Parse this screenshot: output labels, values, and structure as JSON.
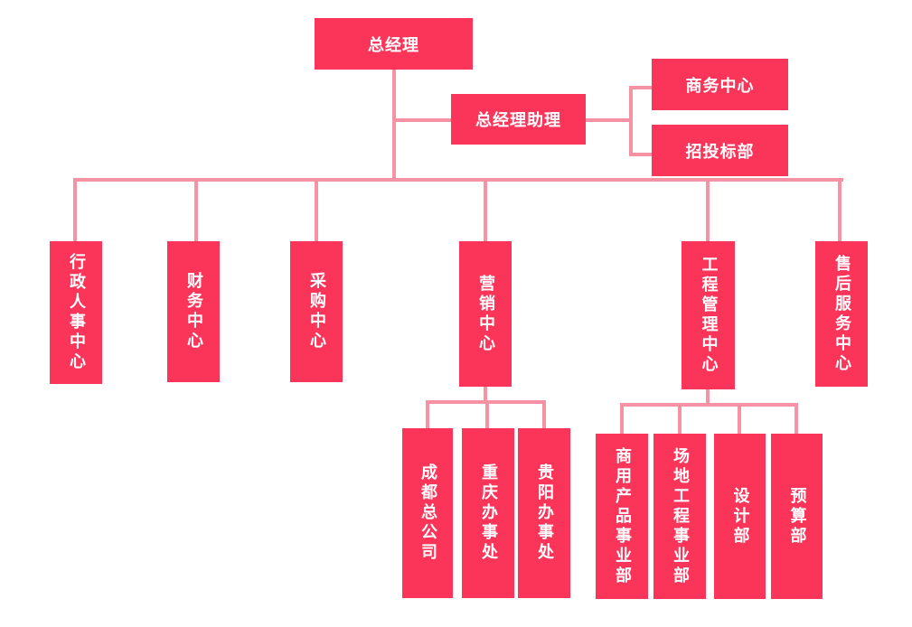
{
  "colors": {
    "node_fill": "#FB3459",
    "connector": "#F791A4",
    "node_text": "#FFFFFF",
    "background": "#FFFFFF"
  },
  "nodes": {
    "ceo": {
      "label": "总经理"
    },
    "assistant": {
      "label": "总经理助理"
    },
    "business": {
      "label": "商务中心"
    },
    "bidding": {
      "label": "招投标部"
    },
    "adminhr": {
      "label": "行政人事中心"
    },
    "finance": {
      "label": "财务中心"
    },
    "procure": {
      "label": "采购中心"
    },
    "marketing": {
      "label": "营销中心"
    },
    "engineering": {
      "label": "工程管理中心"
    },
    "aftersales": {
      "label": "售后服务中心"
    },
    "chengdu": {
      "label": "成都总公司"
    },
    "chongqing": {
      "label": "重庆办事处"
    },
    "guiyang": {
      "label": "贵阳办事处"
    },
    "commercial": {
      "label": "商用产品事业部"
    },
    "siteeng": {
      "label": "场地工程事业部"
    },
    "design": {
      "label": "设计部"
    },
    "budget": {
      "label": "预算部"
    }
  },
  "hierarchy": {
    "root": "ceo",
    "ceo_children": [
      "adminhr",
      "finance",
      "procure",
      "marketing",
      "engineering",
      "aftersales"
    ],
    "assistant_branch": {
      "attached_to": "ceo",
      "node": "assistant",
      "children": [
        "business",
        "bidding"
      ]
    },
    "marketing_children": [
      "chengdu",
      "chongqing",
      "guiyang"
    ],
    "engineering_children": [
      "commercial",
      "siteeng",
      "design",
      "budget"
    ]
  }
}
